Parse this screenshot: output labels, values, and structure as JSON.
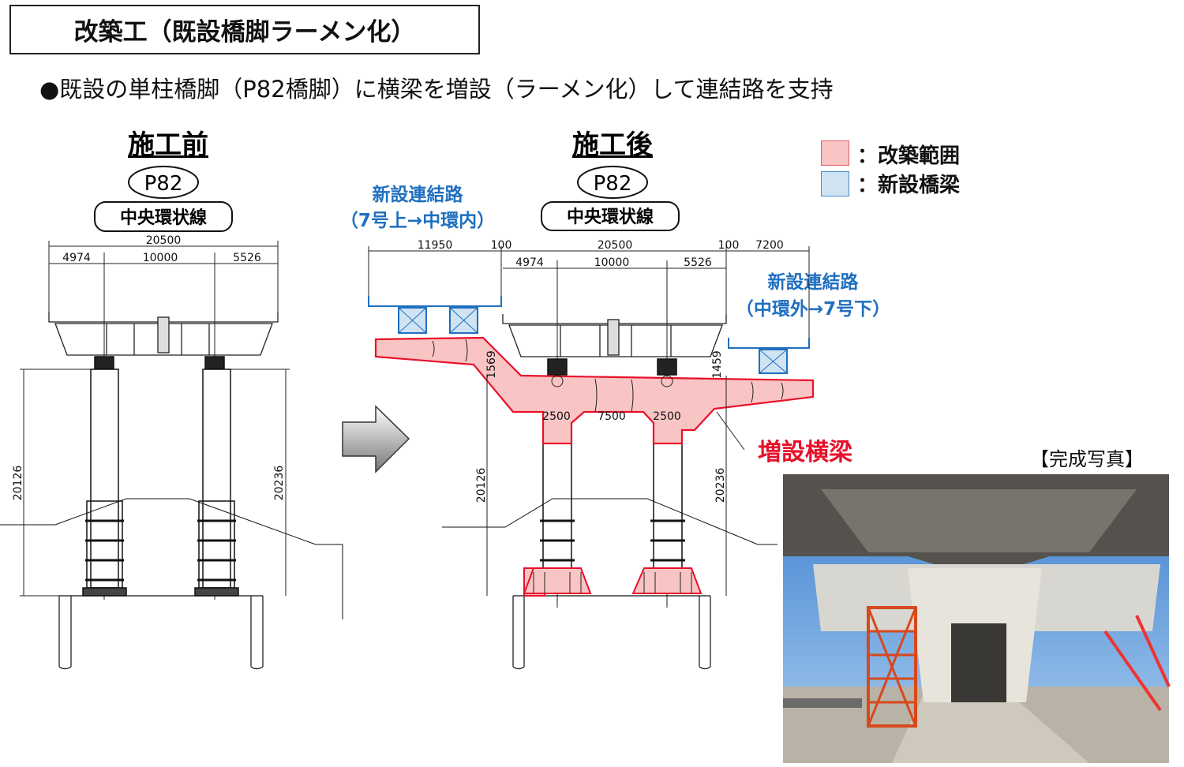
{
  "title": "改築工（既設橋脚ラーメン化）",
  "subtitle": "●既設の単柱橋脚（P82橋脚）に横梁を増設（ラーメン化）して連結路を支持",
  "before": {
    "heading": "施工前",
    "pier": "P82",
    "line": "中央環状線",
    "dims": {
      "total": "20500",
      "left": "4974",
      "mid": "10000",
      "right": "5526",
      "h_left": "20126",
      "h_right": "20236"
    }
  },
  "after": {
    "heading": "施工後",
    "pier": "P82",
    "line": "中央環状線",
    "new_ramp_left": {
      "title": "新設連結路",
      "route": "（7号上→中環内）"
    },
    "new_ramp_right": {
      "title": "新設連結路",
      "route": "（中環外→7号下）"
    },
    "dims": {
      "left_span": "11950",
      "gap_left": "100",
      "total": "20500",
      "gap_right": "100",
      "right_span": "7200",
      "left": "4974",
      "mid": "10000",
      "right": "5526",
      "h1569": "1569",
      "h1459": "1459",
      "col_left": "2500",
      "col_gap": "7500",
      "col_right": "2500",
      "h_left": "20126",
      "h_right": "20236"
    },
    "added_beam_label": "増設横梁"
  },
  "legend": [
    {
      "label": "：改築範囲",
      "color": "#f9c4c4"
    },
    {
      "label": "：新設橋梁",
      "color": "#cfe3f3"
    }
  ],
  "photo_caption": "【完成写真】",
  "colors": {
    "blue": "#1f6fc0",
    "red": "#e8102a",
    "pink": "#f9c4c4",
    "lightblue": "#cfe3f3"
  }
}
